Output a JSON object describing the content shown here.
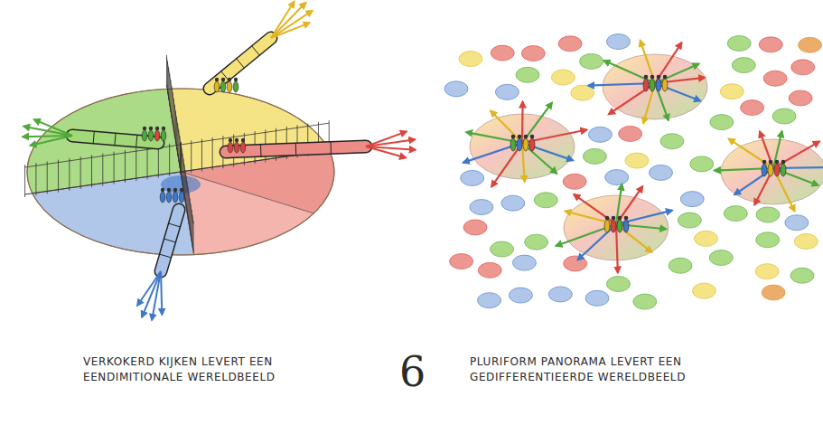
{
  "diagram": {
    "labels": [
      "VERKOKERD KIJKEN LEVERT EEN EENDIMITIONALE WERELDBEELD",
      "6",
      "PLURIFORM PANORAMA LEVERT EEN GEDIFFERENTIEERDE WERELDBEELD"
    ]
  }
}
